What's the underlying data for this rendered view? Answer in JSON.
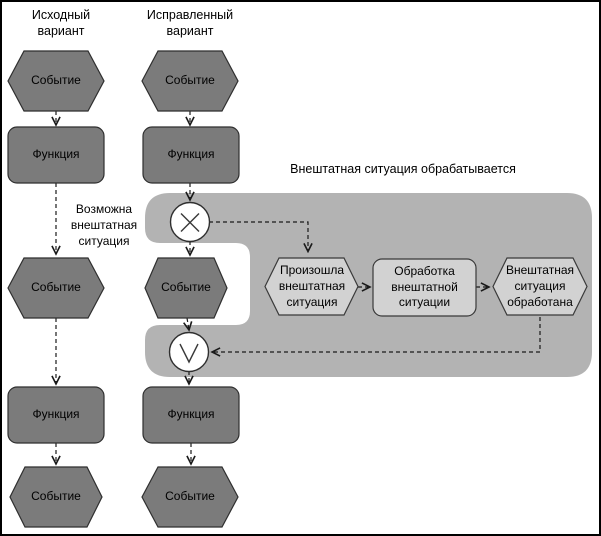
{
  "figure": {
    "left_column": {
      "header": "Исходный вариант",
      "event_top": "Событие",
      "function_top": "Функция",
      "annotation": "Возможна внештатная ситуация",
      "event_mid": "Событие",
      "function_bottom": "Функция",
      "event_bottom": "Событие"
    },
    "right_column": {
      "header": "Исправленный вариант",
      "event_top": "Событие",
      "function_top": "Функция",
      "event_mid": "Событие",
      "function_bottom": "Функция",
      "event_bottom": "Событие"
    },
    "exception_region": {
      "label": "Внештатная ситуация обрабатывается",
      "event_start": "Произошла внештатная ситуация",
      "function": "Обработка внештатной ситуации",
      "event_end": "Внештатная ситуация обработана"
    },
    "icons": {
      "xor_gateway": "x-cross-in-circle",
      "or_gateway": "v-wedge-in-circle"
    },
    "colors": {
      "node_dark": "#7b7b7b",
      "node_light": "#d2d2d2",
      "region_fill": "#b3b3b3",
      "stroke": "#2f2f2f",
      "connector": "#1a1a1a",
      "background": "#ffffff"
    }
  }
}
